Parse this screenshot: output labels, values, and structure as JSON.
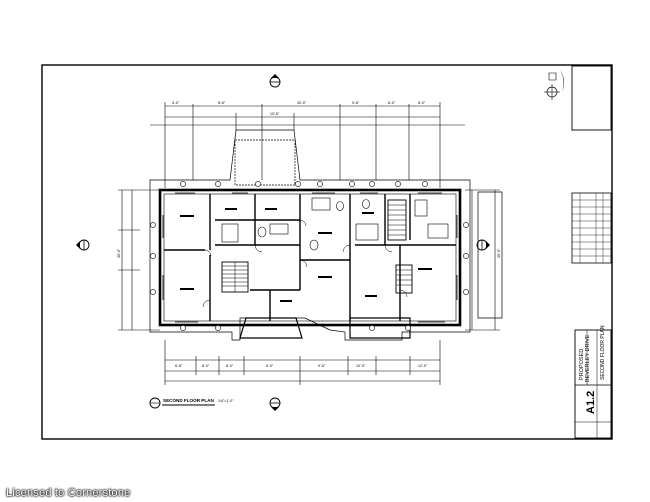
{
  "drawing": {
    "plan_title": "SECOND FLOOR PLAN",
    "plan_scale": "1/4\"=1'-0\"",
    "title_block": {
      "project_lines": [
        "PROPOSED",
        "BEVERLEY DRIVE"
      ],
      "drawing_title": "SECOND FLOOR PLAN",
      "sheet_number": "A1.2"
    },
    "dimensions_top": [
      "4'-0\"",
      "8'-6\"",
      "10'-6\"",
      "40'-0\"",
      "9'-6\"",
      "6'-0\"",
      "8'-0\""
    ],
    "dimensions_bottom": [
      "8'-6\"",
      "8'-0\"",
      "8'-0\"",
      "6'-0\"",
      "9'-6\"",
      "10'-0\"",
      "12'-0\""
    ],
    "dimensions_side": [
      "30'-0\"",
      "30'-0\""
    ]
  },
  "watermark": "Licensed to Cornerstone"
}
